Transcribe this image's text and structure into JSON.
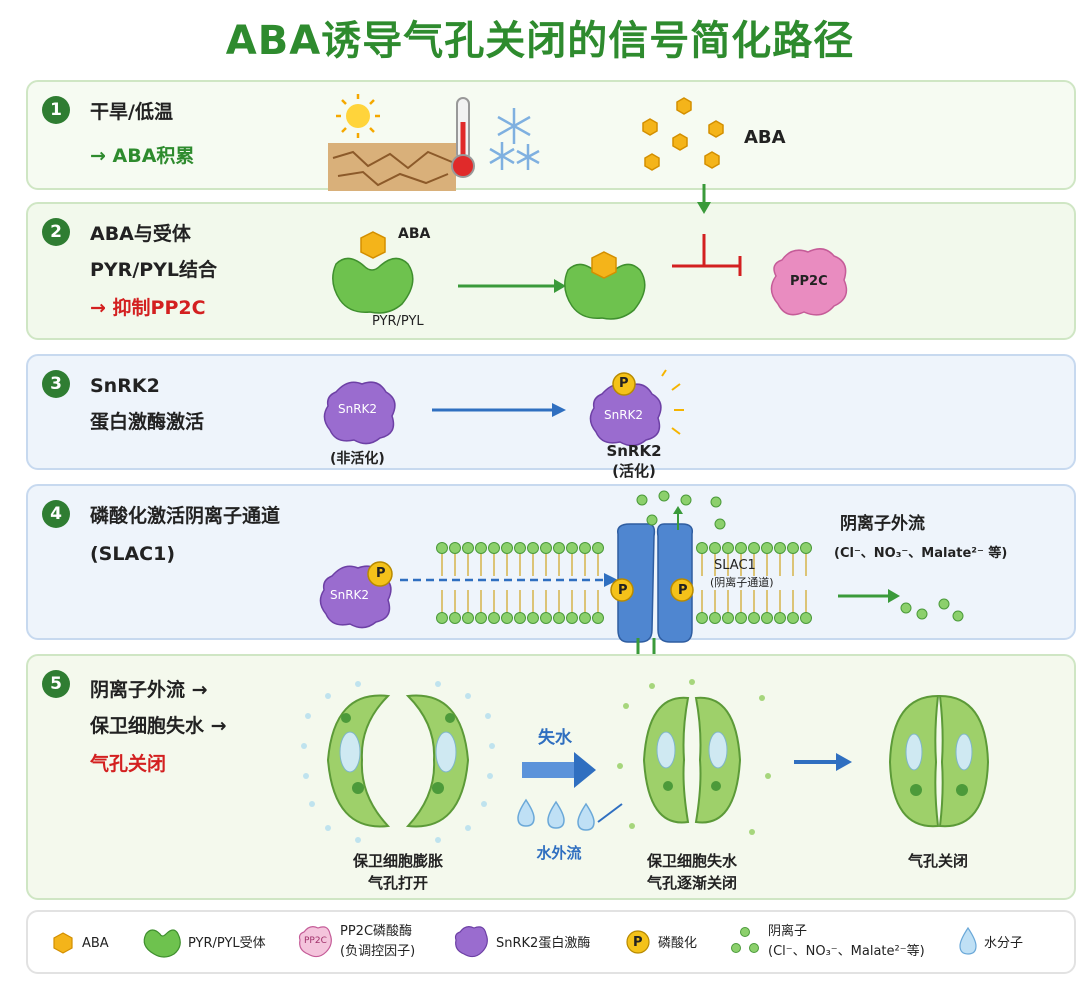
{
  "title": "ABA诱导气孔关闭的信号简化路径",
  "steps": [
    {
      "num": "1",
      "line1": "干旱/低温",
      "line2": "→ ABA积累"
    },
    {
      "num": "2",
      "line1": "ABA与受体",
      "line2": "PYR/PYL结合",
      "line3": "→ 抑制PP2C"
    },
    {
      "num": "3",
      "line1": "SnRK2",
      "line2": "蛋白激酶激活"
    },
    {
      "num": "4",
      "line1": "磷酸化激活阴离子通道",
      "line2": "(SLAC1)"
    },
    {
      "num": "5",
      "line1": "阴离子外流 →",
      "line2": "保卫细胞失水 →",
      "line3": "气孔关闭"
    }
  ],
  "step1": {
    "aba_label": "ABA"
  },
  "step2": {
    "aba_label": "ABA",
    "receptor_label": "PYR/PYL",
    "pp2c_label": "PP2C"
  },
  "step3": {
    "snrk2_label": "SnRK2",
    "inactive_label": "(非活化)",
    "active_name": "SnRK2",
    "active_label": "(活化)",
    "p_label": "P"
  },
  "step4": {
    "snrk2_label": "SnRK2",
    "p_label": "P",
    "slac1_name": "SLAC1",
    "slac1_sub": "(阴离子通道)",
    "efflux_title": "阴离子外流",
    "efflux_detail": "(Cl⁻、NO₃⁻、Malate²⁻ 等)"
  },
  "step5": {
    "water_loss": "失水",
    "water_out": "水外流",
    "cell1_line1": "保卫细胞膨胀",
    "cell1_line2": "气孔打开",
    "cell2_line1": "保卫细胞失水",
    "cell2_line2": "气孔逐渐关闭",
    "cell3_line1": "气孔关闭"
  },
  "legend": [
    {
      "icon": "aba-hexagon-icon",
      "label": "ABA"
    },
    {
      "icon": "receptor-icon",
      "label": "PYR/PYL受体"
    },
    {
      "icon": "pp2c-icon",
      "icon_text": "PP2C",
      "label1": "PP2C磷酸酶",
      "label2": "(负调控因子)"
    },
    {
      "icon": "snrk2-icon",
      "label": "SnRK2蛋白激酶"
    },
    {
      "icon": "phosphate-icon",
      "icon_text": "P",
      "label": "磷酸化"
    },
    {
      "icon": "anion-dots-icon",
      "label1": "阴离子",
      "label2": "(Cl⁻、NO₃⁻、Malate²⁻等)"
    },
    {
      "icon": "water-drop-icon",
      "label": "水分子"
    }
  ],
  "colors": {
    "green": "#2e8b2e",
    "red": "#d32020",
    "blue": "#2f6fc0",
    "aba": "#f4b41a",
    "snrk2": "#8a5bc4",
    "pp2c": "#e58bbd"
  }
}
